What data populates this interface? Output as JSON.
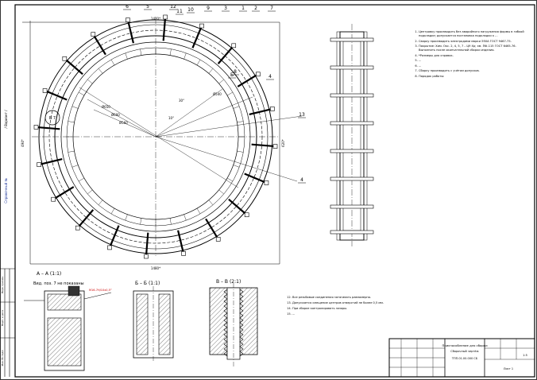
{
  "drawing": {
    "stamp_left": "Справочный №",
    "inv_label": "Инв. № подл.",
    "sign_label": "Подп. и дата",
    "perv_label": "Перв. примен.",
    "rot_label": "/ Вариант /",
    "dims_main": [
      "Ø650",
      "Ø600",
      "Ø560",
      "Ø540",
      "1480*",
      "1420*",
      "494*",
      "620*",
      "1460*",
      "30°",
      "10°",
      "Г"
    ]
  },
  "balloons": [
    "6",
    "5",
    "12",
    "11",
    "10",
    "9",
    "3",
    "1",
    "2",
    "7",
    "8",
    "4",
    "13",
    "4",
    "Б"
  ],
  "balloon_big": "Б 7",
  "sections": {
    "aa_title": "А – А (1:1)",
    "aa_sub": "Вид. поз. 7 не показаны",
    "aa_leader": "М16-7H/10х0,5°",
    "bb_title": "Б – Б (1:1)",
    "vv_title": "В – В (2:1)"
  },
  "notes": [
    "Центровку производить без аварийного нагружения формы в гибкой подкладке; допускается постановка подкладки к ...",
    "Сварку производить электродами марки Э50А ГОСТ 9467-75.",
    "Покрытие: Хим. Окс. 2, 4, 5, 7 – Ц9 Хр; эм. ПФ-115 ГОСТ 6465-76. Выполнить после окончательной сборки изделия.",
    "*Размеры для справок.",
    "...",
    "...",
    "Сборку производить с учётом допусков.",
    "Порядок работы:"
  ],
  "notes2": [
    "Все резьбовые соединения затягивать равномерно.",
    "Допускается смещение центров отверстий не более 0,5 мм.",
    "При сборке контролировать зазоры.",
    "..."
  ],
  "title_block": {
    "name_line1": "Приспособление для сборки",
    "name_line2": "Сборочный чертёж",
    "code": "ТПП.01.00.000 СБ",
    "scale": "1:5",
    "sheet": "Лист 1"
  }
}
